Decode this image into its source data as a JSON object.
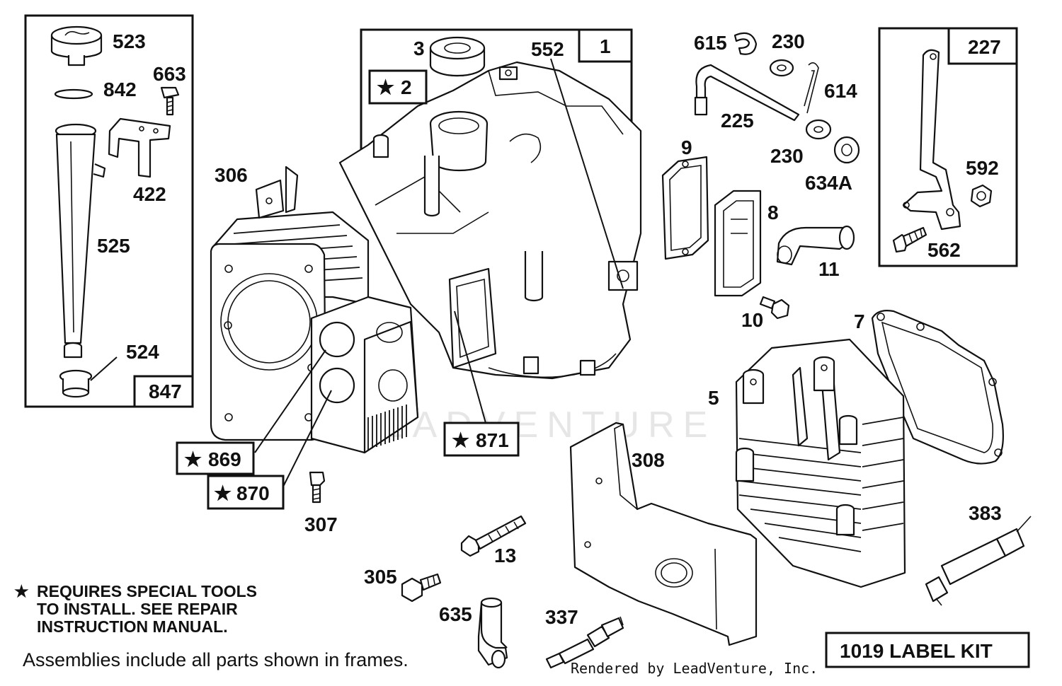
{
  "diagram": {
    "callouts": {
      "p1": "1",
      "p2": "2",
      "p3": "3",
      "p5": "5",
      "p7": "7",
      "p8": "8",
      "p9": "9",
      "p10": "10",
      "p11": "11",
      "p13": "13",
      "p225": "225",
      "p227": "227",
      "p230a": "230",
      "p230b": "230",
      "p305": "305",
      "p306": "306",
      "p307": "307",
      "p308": "308",
      "p337": "337",
      "p383": "383",
      "p422": "422",
      "p523": "523",
      "p524": "524",
      "p525": "525",
      "p552": "552",
      "p562": "562",
      "p592": "592",
      "p614": "614",
      "p615": "615",
      "p634A": "634A",
      "p635": "635",
      "p663": "663",
      "p842": "842",
      "p847": "847",
      "p869": "869",
      "p870": "870",
      "p871": "871"
    },
    "special_tool_marker": "★",
    "note_lines": [
      "REQUIRES SPECIAL TOOLS",
      "TO INSTALL.  SEE REPAIR",
      "INSTRUCTION MANUAL."
    ],
    "footer": "Assemblies include all parts shown in frames.",
    "label_kit": "1019 LABEL KIT",
    "credit": "Rendered by LeadVenture, Inc.",
    "watermark": "LEADVENTURE"
  },
  "colors": {
    "ink": "#111111",
    "paper": "#ffffff",
    "watermark": "#e6e6e6"
  }
}
